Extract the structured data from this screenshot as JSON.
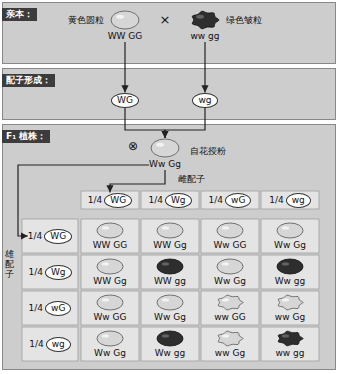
{
  "diagram": {
    "nodes": [
      {
        "text": [
          "亲本："
        ]
      },
      {
        "text": [
          "WW GG"
        ],
        "in": 0
      },
      {
        "text": [
          "ww gg"
        ],
        "in": 0
      },
      {
        "text": [
          "配子形成："
        ]
      },
      {
        "text": [
          "WG"
        ],
        "in": 3
      },
      {
        "text": [
          "wg"
        ],
        "in": 3
      },
      {
        "text": [
          "F₁ 植株："
        ]
      },
      {
        "text": [
          "Ww Gg"
        ],
        "in": 6
      },
      {
        "text": [
          "1/4",
          "WG"
        ],
        "in": 6
      },
      {
        "text": [
          "1/4",
          "Wg"
        ],
        "in": 6
      },
      {
        "text": [
          "1/4",
          "wG"
        ],
        "in": 6
      },
      {
        "text": [
          "1/4",
          "wg"
        ],
        "in": 6
      },
      {
        "text": [
          "1/4",
          "WG"
        ],
        "in": 6
      },
      {
        "text": [
          "WW GG"
        ],
        "in": 6
      },
      {
        "text": [
          "WW Gg"
        ],
        "in": 6
      },
      {
        "text": [
          "Ww GG"
        ],
        "in": 6
      },
      {
        "text": [
          "Ww Gg"
        ],
        "in": 6
      },
      {
        "text": [
          "1/4",
          "Wg"
        ],
        "in": 6
      },
      {
        "text": [
          "WW Gg"
        ],
        "in": 6
      },
      {
        "text": [
          "WW gg"
        ],
        "in": 6
      },
      {
        "text": [
          "Ww Gg"
        ],
        "in": 6
      },
      {
        "text": [
          "Ww gg"
        ],
        "in": 6
      },
      {
        "text": [
          "1/4",
          "wG"
        ],
        "in": 6
      },
      {
        "text": [
          "Ww GG"
        ],
        "in": 6
      },
      {
        "text": [
          "Ww Gg"
        ],
        "in": 6
      },
      {
        "text": [
          "ww GG"
        ],
        "in": 6
      },
      {
        "text": [
          "ww Gg"
        ],
        "in": 6
      },
      {
        "text": [
          "1/4",
          "wg"
        ],
        "in": 6
      },
      {
        "text": [
          "Ww Gg"
        ],
        "in": 6
      },
      {
        "text": [
          "Ww gg"
        ],
        "in": 6
      },
      {
        "text": [
          "ww Gg"
        ],
        "in": 6
      },
      {
        "text": [
          "ww gg"
        ],
        "in": 6
      }
    ],
    "edges": [
      {
        "from": 1,
        "to": 4,
        "arrow": "to"
      },
      {
        "from": 2,
        "to": 5,
        "arrow": "to"
      },
      {
        "from": 4,
        "to": 7,
        "arrow": "to"
      },
      {
        "from": 5,
        "to": 7,
        "arrow": "to"
      },
      {
        "from": 7,
        "to": 8,
        "arrow": "to"
      },
      {
        "from": 7,
        "to": 12,
        "arrow": "to"
      }
    ],
    "labels": [
      "×",
      "黄色圆粒",
      "绿色皱粒",
      "⊗",
      "自花授粉",
      "雌配子",
      "雄配子"
    ]
  }
}
